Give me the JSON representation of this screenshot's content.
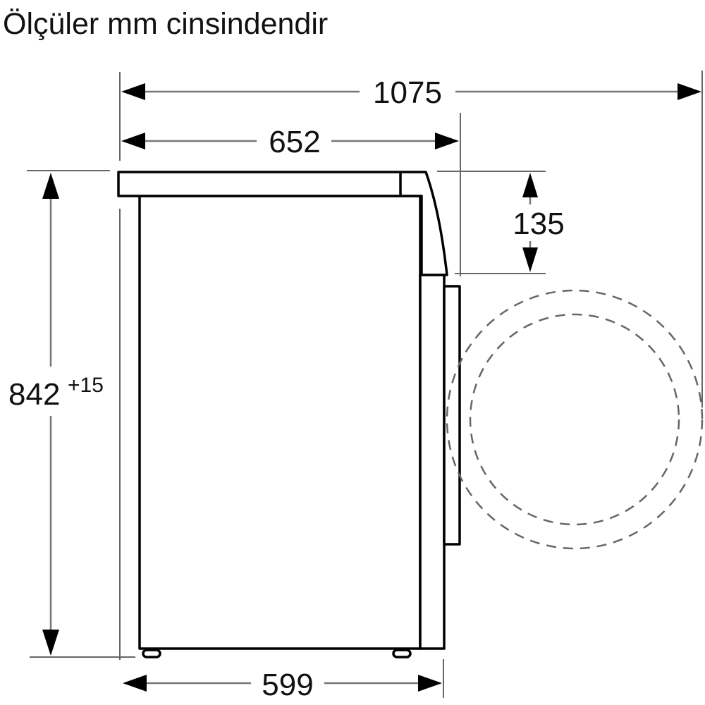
{
  "title": "Ölçüler mm cinsindendir",
  "units": "mm",
  "dimensions": {
    "total_depth_with_door_open": "1075",
    "depth": "652",
    "top_panel_offset": "135",
    "height": "842",
    "height_tolerance": "+15",
    "width": "599"
  },
  "colors": {
    "outline": "#000000",
    "dimension_line": "#777777",
    "door_swing_dashed": "#666666",
    "background": "#ffffff"
  }
}
